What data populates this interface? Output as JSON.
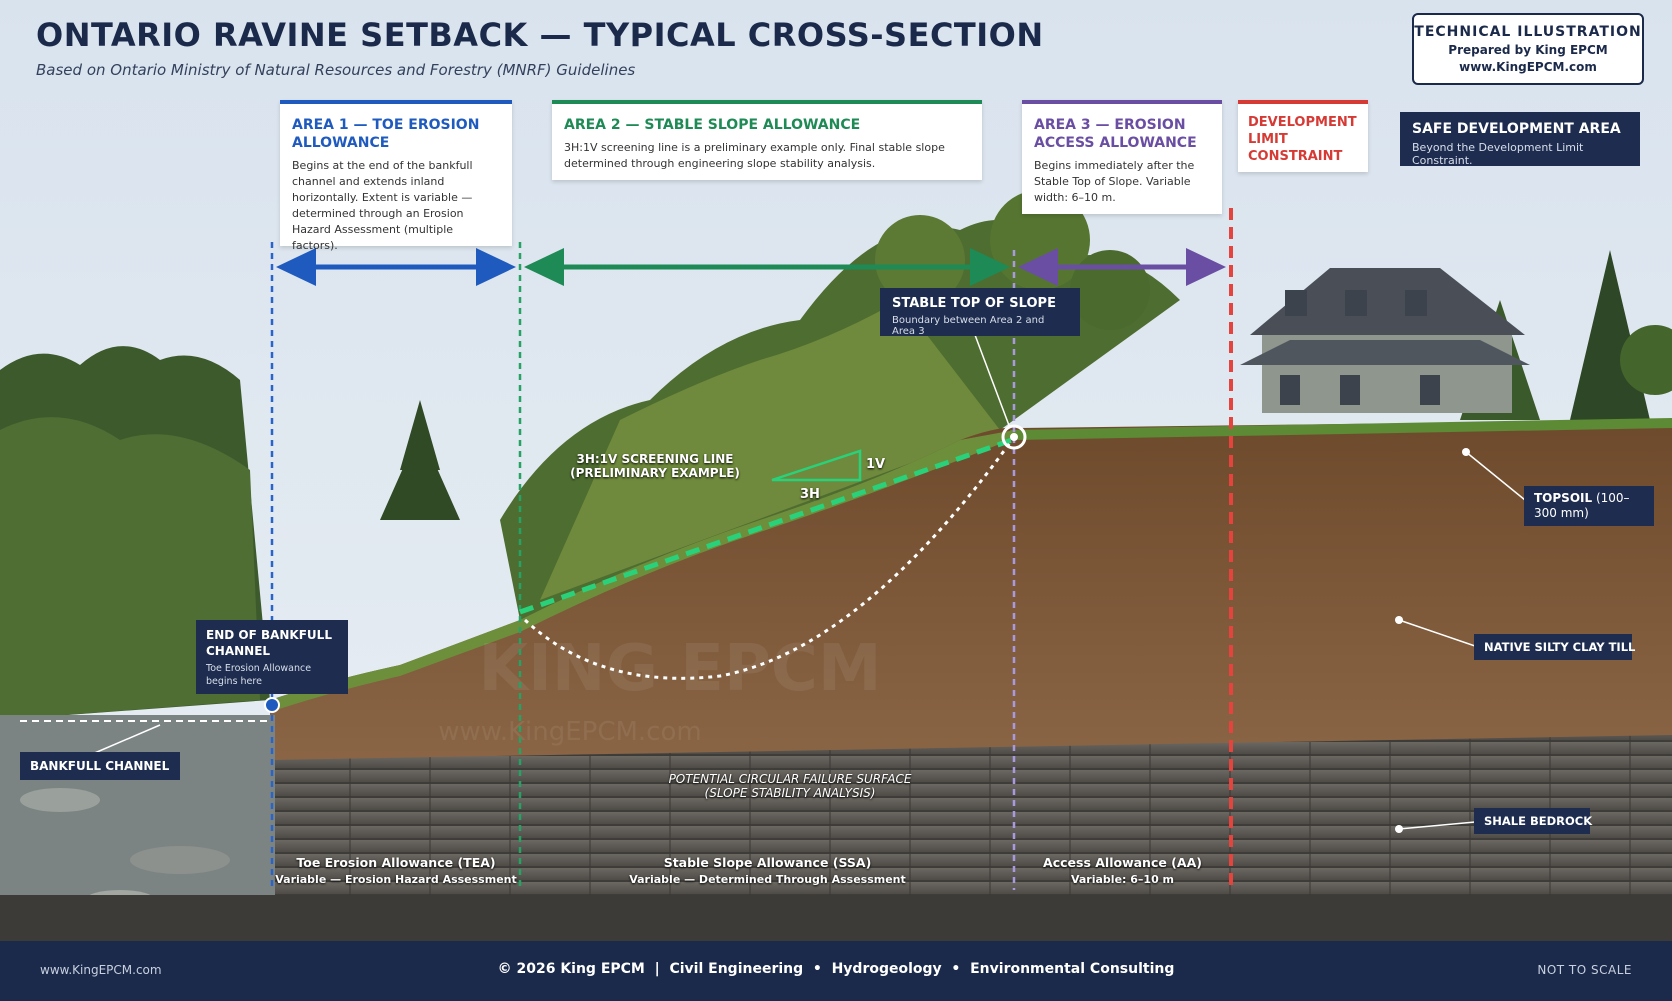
{
  "header": {
    "title": "ONTARIO RAVINE SETBACK — TYPICAL CROSS-SECTION",
    "subtitle": "Based on Ontario Ministry of Natural Resources and Forestry (MNRF) Guidelines"
  },
  "tech_box": {
    "line1": "TECHNICAL ILLUSTRATION",
    "line2": "Prepared by King EPCM",
    "line3": "www.KingEPCM.com"
  },
  "areas": {
    "area1": {
      "title": "AREA 1 — TOE EROSION ALLOWANCE",
      "body": "Begins at the end of the bankfull channel and extends inland horizontally. Extent is variable — determined through an Erosion Hazard Assessment (multiple factors).",
      "color": "#1f5bbf"
    },
    "area2": {
      "title": "AREA 2 — STABLE SLOPE ALLOWANCE",
      "body": "3H:1V screening line is a preliminary example only. Final stable slope determined through engineering slope stability analysis.",
      "color": "#1e8a55"
    },
    "area3": {
      "title": "AREA 3 — EROSION ACCESS ALLOWANCE",
      "body": "Begins immediately after the Stable Top of Slope. Variable width: 6–10 m.",
      "color": "#6a4ea3"
    },
    "dev_limit": {
      "title": "DEVELOPMENT LIMIT CONSTRAINT",
      "color": "#d63a35"
    }
  },
  "safe_area": {
    "title": "SAFE DEVELOPMENT AREA",
    "body": "Beyond the Development Limit Constraint."
  },
  "callouts": {
    "stable_top": {
      "title": "STABLE TOP OF SLOPE",
      "body": "Boundary between Area 2 and Area 3"
    },
    "bankfull_end": {
      "title": "END OF BANKFULL CHANNEL",
      "body": "Toe Erosion Allowance begins here"
    },
    "bankfull_channel": "BANKFULL CHANNEL",
    "topsoil_bold": "TOPSOIL",
    "topsoil_rest": " (100–300 mm)",
    "clay": "NATIVE SILTY CLAY TILL",
    "shale": "SHALE BEDROCK"
  },
  "screening": {
    "line1": "3H:1V SCREENING LINE",
    "line2": "(PRELIMINARY EXAMPLE)",
    "h": "3H",
    "v": "1V"
  },
  "failure": {
    "line1": "POTENTIAL CIRCULAR FAILURE SURFACE",
    "line2": "(SLOPE STABILITY ANALYSIS)"
  },
  "bottom_labels": {
    "tea": {
      "line1": "Toe Erosion Allowance (TEA)",
      "line2": "Variable — Erosion Hazard Assessment"
    },
    "ssa": {
      "line1": "Stable Slope Allowance (SSA)",
      "line2": "Variable — Determined Through Assessment"
    },
    "aa": {
      "line1": "Access Allowance (AA)",
      "line2": "Variable: 6–10 m"
    }
  },
  "watermark": {
    "line1": "KING EPCM",
    "line2": "www.KingEPCM.com"
  },
  "footer": {
    "left": "www.KingEPCM.com",
    "center": "© 2026 King EPCM  |  Civil Engineering  •  Hydrogeology  •  Environmental Consulting",
    "right": "NOT TO SCALE"
  }
}
